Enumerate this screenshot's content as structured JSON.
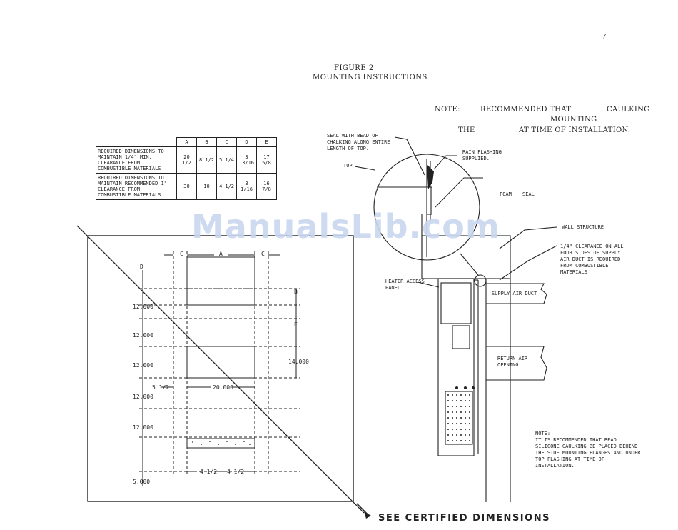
{
  "page_mark": "/",
  "figure": {
    "title": "FIGURE 2",
    "subtitle": "MOUNTING INSTRUCTIONS"
  },
  "note_top": {
    "label": "NOTE:",
    "part1": "RECOMMENDED THAT",
    "part2": "CAULKING",
    "part3": "MOUNTING",
    "part4": "THE",
    "part5": "AT TIME OF INSTALLATION."
  },
  "table": {
    "headers": [
      "A",
      "B",
      "C",
      "D",
      "E"
    ],
    "rows": [
      {
        "label": "REQUIRED DIMENSIONS TO MAINTAIN 1/4\" MIN. CLEARANCE FROM COMBUSTIBLE MATERIALS",
        "values": [
          "20 1/2",
          "8 1/2",
          "5 1/4",
          "3 13/16",
          "17 5/8"
        ]
      },
      {
        "label": "REQUIRED DIMENSIONS TO MAINTAIN RECOMMENDED 1\" CLEARANCE FROM COMBUSTIBLE MATERIALS",
        "values": [
          "30",
          "10",
          "4 1/2",
          "3 1/16",
          "16 7/8"
        ]
      }
    ]
  },
  "template_labels": {
    "c_left": "C",
    "a": "A",
    "c_right": "C",
    "d": "D",
    "b": "B",
    "e": "E",
    "dim_12_1": "12.000",
    "dim_12_2": "12.000",
    "dim_12_3": "12.000",
    "dim_12_4": "12.000",
    "dim_12_5": "12.000",
    "dim_14": "14.000",
    "dim_5_half": "5 1/2",
    "dim_20": "20.000",
    "dim_4_half_l": "4 1/2",
    "dim_4_half_r": "4 1/2",
    "dim_5": "5.000"
  },
  "callouts": {
    "seal": "SEAL WITH BEAD OF CHALKING ALONG ENTIRE LENGTH OF TOP.",
    "top": "TOP",
    "rain_flashing": "RAIN FLASHING SUPPLIED.",
    "foam": "FOAM",
    "seal_word": "SEAL",
    "wall_structure": "WALL STRUCTURE",
    "clearance": "1/4\" CLEARANCE ON ALL FOUR SIDES OF SUPPLY AIR DUCT IS REQUIRED FROM COMBUSTIBLE MATERIALS",
    "heater_access": "HEATER ACCESS PANEL",
    "supply_air": "SUPPLY AIR DUCT",
    "return_air": "RETURN AIR OPENING"
  },
  "note_bottom": {
    "label": "NOTE:",
    "text": "IT IS RECOMMENDED THAT BEAD SILICONE CAULKING BE PLACED BEHIND THE SIDE MOUNTING FLANGES AND UNDER TOP FLASHING AT TIME OF INSTALLATION."
  },
  "handwritten": "SEE CERTIFIED DIMENSIONS",
  "watermark": "ManualsLib.com"
}
